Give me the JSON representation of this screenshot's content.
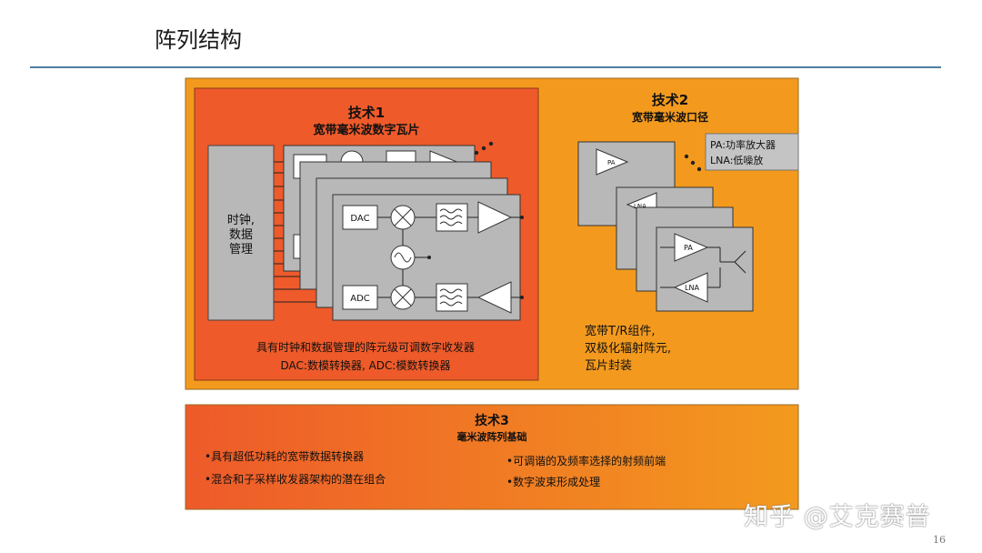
{
  "page": {
    "title": "阵列结构",
    "page_number": "16",
    "watermark": "知乎 @艾克赛普"
  },
  "tech1": {
    "heading": "技术1",
    "subtitle": "宽带毫米波数字瓦片",
    "clock_block": [
      "时钟,",
      "数据",
      "管理"
    ],
    "dac_label": "DAC",
    "adc_label": "ADC",
    "caption_line1": "具有时钟和数据管理的阵元级可调数字收发器",
    "caption_line2": "DAC:数模转换器, ADC:模数转换器"
  },
  "tech2": {
    "heading": "技术2",
    "subtitle": "宽带毫米波口径",
    "pa_label": "PA",
    "lna_label": "LNA",
    "legend_line1": "PA:功率放大器",
    "legend_line2": "LNA:低噪放",
    "caption_line1": "宽带T/R组件,",
    "caption_line2": "双极化辐射阵元,",
    "caption_line3": "瓦片封装"
  },
  "tech3": {
    "heading": "技术3",
    "subtitle": "毫米波阵列基础",
    "bullets_left": [
      "•具有超低功耗的宽带数据转换器",
      "•混合和子采样收发器架构的潜在组合"
    ],
    "bullets_right": [
      "•可调谐的及频率选择的射频前端",
      "•数字波束形成处理"
    ]
  },
  "colors": {
    "outer_orange": "#f39a1e",
    "inner_red": "#ee5a2a",
    "card_gray": "#b8b8b8",
    "rule_blue": "#4f7fa0"
  }
}
